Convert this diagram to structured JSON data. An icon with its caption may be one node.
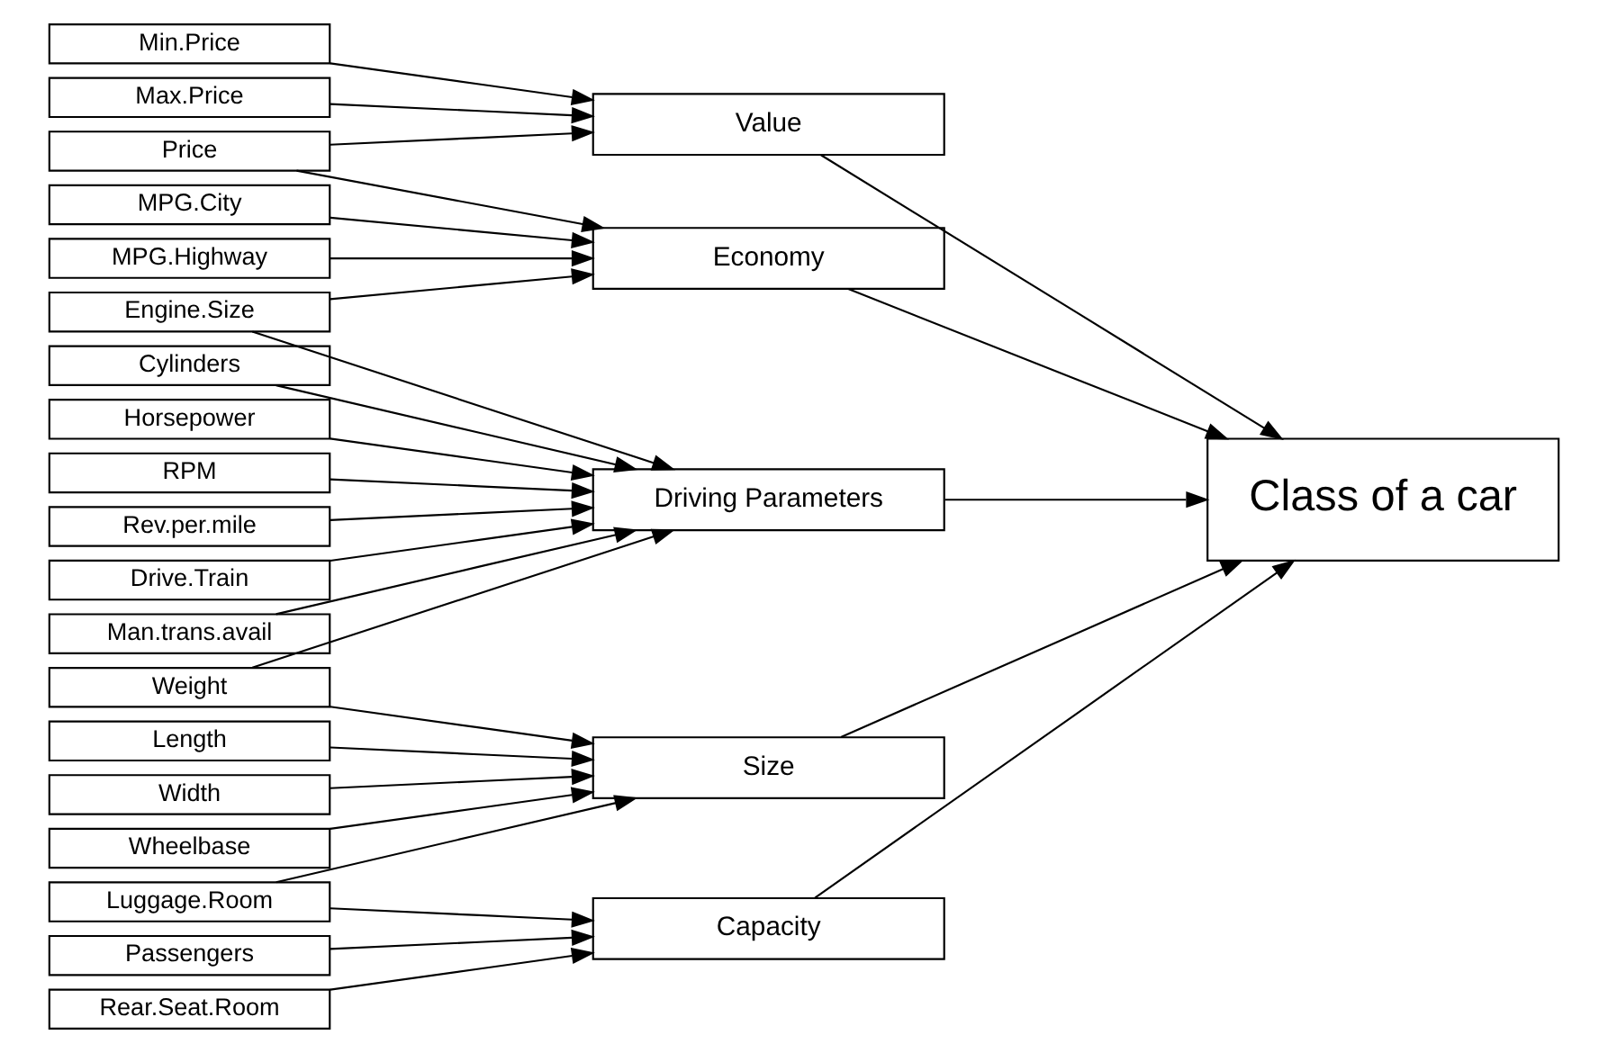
{
  "diagram": {
    "nodes": [
      {
        "text": [
          "Min.Price"
        ]
      },
      {
        "text": [
          "Price"
        ]
      },
      {
        "text": [
          "Max.Price"
        ]
      },
      {
        "text": [
          "MPG.City"
        ]
      },
      {
        "text": [
          "MPG.Highway"
        ]
      },
      {
        "text": [
          "Cylinders"
        ]
      },
      {
        "text": [
          "Engine.Size"
        ]
      },
      {
        "text": [
          "Horsepower"
        ]
      },
      {
        "text": [
          "RPM"
        ]
      },
      {
        "text": [
          "Rev.per.mile"
        ]
      },
      {
        "text": [
          "Drive.Train"
        ]
      },
      {
        "text": [
          "Man.trans.avail"
        ]
      },
      {
        "text": [
          "Length"
        ]
      },
      {
        "text": [
          "Width"
        ]
      },
      {
        "text": [
          "Wheelbase"
        ]
      },
      {
        "text": [
          "Weight"
        ]
      },
      {
        "text": [
          "Passengers"
        ]
      },
      {
        "text": [
          "Rear.Seat.Room"
        ]
      },
      {
        "text": [
          "Luggage.Room"
        ]
      },
      {
        "text": [
          "Value"
        ]
      },
      {
        "text": [
          "Economy"
        ]
      },
      {
        "text": [
          "Driving Parameters"
        ]
      },
      {
        "text": [
          "Capacity"
        ]
      },
      {
        "text": [
          "Size"
        ]
      },
      {
        "text": [
          "Class of a car"
        ]
      }
    ],
    "edges": [
      {
        "from": 0,
        "to": 19,
        "arrow": "to"
      },
      {
        "from": 1,
        "to": 19,
        "arrow": "to"
      },
      {
        "from": 2,
        "to": 19,
        "arrow": "to"
      },
      {
        "from": 1,
        "to": 20,
        "arrow": "to"
      },
      {
        "from": 3,
        "to": 20,
        "arrow": "to"
      },
      {
        "from": 4,
        "to": 20,
        "arrow": "to"
      },
      {
        "from": 6,
        "to": 20,
        "arrow": "to"
      },
      {
        "from": 5,
        "to": 21,
        "arrow": "to"
      },
      {
        "from": 6,
        "to": 21,
        "arrow": "to"
      },
      {
        "from": 7,
        "to": 21,
        "arrow": "to"
      },
      {
        "from": 8,
        "to": 21,
        "arrow": "to"
      },
      {
        "from": 9,
        "to": 21,
        "arrow": "to"
      },
      {
        "from": 10,
        "to": 21,
        "arrow": "to"
      },
      {
        "from": 11,
        "to": 21,
        "arrow": "to"
      },
      {
        "from": 15,
        "to": 21,
        "arrow": "to"
      },
      {
        "from": 16,
        "to": 22,
        "arrow": "to"
      },
      {
        "from": 17,
        "to": 22,
        "arrow": "to"
      },
      {
        "from": 18,
        "to": 22,
        "arrow": "to"
      },
      {
        "from": 12,
        "to": 23,
        "arrow": "to"
      },
      {
        "from": 13,
        "to": 23,
        "arrow": "to"
      },
      {
        "from": 14,
        "to": 23,
        "arrow": "to"
      },
      {
        "from": 15,
        "to": 23,
        "arrow": "to"
      },
      {
        "from": 18,
        "to": 23,
        "arrow": "to"
      },
      {
        "from": 19,
        "to": 24,
        "arrow": "to"
      },
      {
        "from": 20,
        "to": 24,
        "arrow": "to"
      },
      {
        "from": 21,
        "to": 24,
        "arrow": "to"
      },
      {
        "from": 22,
        "to": 24,
        "arrow": "to"
      },
      {
        "from": 23,
        "to": 24,
        "arrow": "to"
      }
    ]
  }
}
